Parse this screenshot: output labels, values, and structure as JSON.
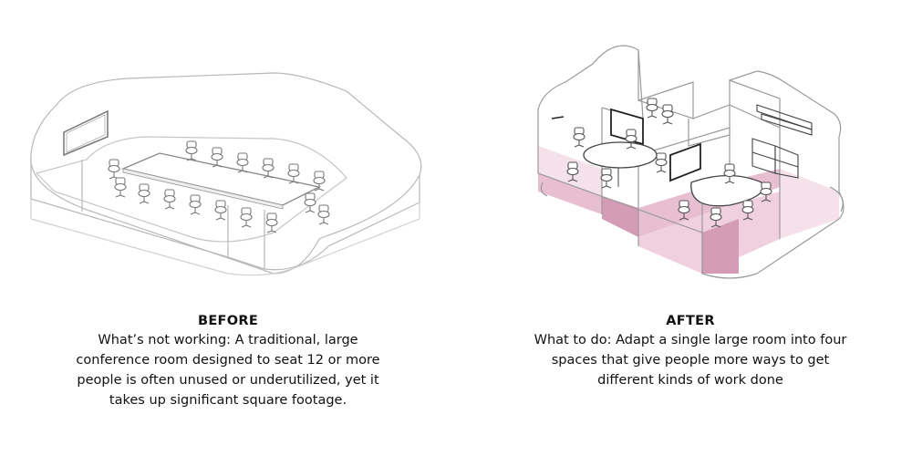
{
  "before": {
    "title": "BEFORE",
    "body_lines": [
      "What’s not working: A traditional, large",
      "conference room designed to seat 12 or more",
      "people is often unused or underutilized, yet it",
      "takes up significant square footage."
    ]
  },
  "after": {
    "title": "AFTER",
    "body_lines": [
      "What to do: Adapt a single large room into four",
      "spaces that give people more ways to get",
      "different kinds of work done"
    ]
  },
  "colors": {
    "line": "#9a9a9a",
    "pink_floor": "#e7bfd0",
    "pink_dark": "#d59cb6",
    "pink_wall": "#f4e1ea"
  }
}
